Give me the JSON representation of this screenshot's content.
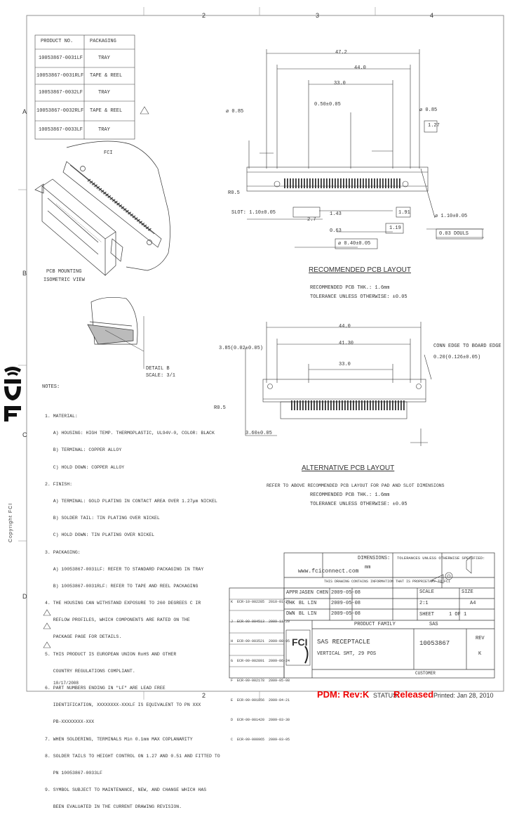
{
  "border": {
    "top_zones": [
      "2",
      "3",
      "4"
    ],
    "bottom_zones": [
      "2"
    ],
    "left_zones": [
      "A",
      "B",
      "C",
      "D"
    ]
  },
  "part_table": {
    "headers": [
      "PRODUCT NO.",
      "PACKAGING"
    ],
    "rows": [
      [
        "10053867-0031LF",
        "TRAY"
      ],
      [
        "10053867-0031RLF",
        "TAPE & REEL"
      ],
      [
        "10053867-0032LF",
        "TRAY"
      ],
      [
        "10053867-0032RLF",
        "TAPE & REEL"
      ],
      [
        "10053867-0033LF",
        "TRAY"
      ]
    ]
  },
  "pcb_layout": {
    "title": "RECOMMENDED PCB LAYOUT",
    "line1": "RECOMMENDED PCB THK.: 1.6mm",
    "line2": "TOLERANCE UNLESS OTHERWISE: ±0.05",
    "dim_overall": "47.2",
    "dim_44": "44.0",
    "dim_33": "33.0",
    "dim_pitch": "0.50±0.05",
    "dim_r": "R0.5",
    "dim_slot": "SLOT: 1.10±0.05",
    "dim_y1": "1.43",
    "dim_y2": "1.91",
    "dim_x1": "2.7",
    "dim_x2": "0.63",
    "dim_x3": "1.19",
    "dim_hole": "⌀ 1.10±0.05",
    "dim_via": "⌀ 0.40±0.05",
    "dim_diam_r": "⌀ 0.85",
    "dim_pad": "1.27",
    "note_text": "0.03 DOULS"
  },
  "iso_view": {
    "label_fci": "FCI",
    "label_pcb": "PCB MOUNTING",
    "label_iso": "ISOMETRIC VIEW"
  },
  "detail_b": {
    "label": "DETAIL B",
    "scale": "SCALE: 3/1"
  },
  "alt_layout": {
    "title": "ALTERNATIVE PCB LAYOUT",
    "line1": "REFER TO ABOVE RECOMMENDED PCB LAYOUT FOR PAD AND SLOT DIMENSIONS",
    "line2": "RECOMMENDED PCB THK.: 1.6mm",
    "line3": "TOLERANCE UNLESS OTHERWISE: ±0.05",
    "dim_44": "44.0",
    "dim_41": "41.30",
    "dim_33": "33.0",
    "dim_left": "3.85(0.02±0.05)",
    "dim_right1": "CONN EDGE TO BOARD EDGE",
    "dim_right2": "0.20(0.126±0.05)",
    "dim_bottom": "3.60±0.05",
    "dim_r": "R0.5"
  },
  "notes": {
    "header": "NOTES:",
    "lines": [
      "1. MATERIAL:",
      "   A) HOUSING: HIGH TEMP. THERMOPLASTIC, UL94V-0, COLOR: BLACK",
      "   B) TERMINAL: COPPER ALLOY",
      "   C) HOLD DOWN: COPPER ALLOY",
      "2. FINISH:",
      "   A) TERMINAL: GOLD PLATING IN CONTACT AREA OVER 1.27µm NICKEL",
      "   B) SOLDER TAIL: TIN PLATING OVER NICKEL",
      "   C) HOLD DOWN: TIN PLATING OVER NICKEL",
      "3. PACKAGING:",
      "   A) 10053867-0031LF: REFER TO STANDARD PACKAGING IN TRAY",
      "   B) 10053867-0031RLF: REFER TO TAPE AND REEL PACKAGING",
      "4. THE HOUSING CAN WITHSTAND EXPOSURE TO 260 DEGREES C IR",
      "   REFLOW PROFILES, WHICH COMPONENTS ARE RATED ON THE",
      "   PACKAGE PAGE FOR DETAILS.",
      "5. THIS PRODUCT IS EUROPEAN UNION RoHS AND OTHER",
      "   COUNTRY REGULATIONS COMPLIANT.",
      "6. PART NUMBERS ENDING IN \"LF\" ARE LEAD FREE",
      "   IDENTIFICATION, XXXXXXXX-XXXLF IS EQUIVALENT TO PN XXX",
      "   PB-XXXXXXXX-XXX",
      "7. WHEN SOLDERING, TERMINALS Min 0.1mm MAX COPLANARITY",
      "8. SOLDER TAILS TO HEIGHT CONTROL ON 1.27 AND 0.51 AND FITTED TO",
      "   PN 10053867-0033LF",
      "9. SYMBOL SUBJECT TO MAINTENANCE, NEW, AND CHANGE WHICH HAS",
      "   BEEN EVALUATED IN THE CURRENT DRAWING REVISION."
    ],
    "footer": "10/17/2008"
  },
  "title_block": {
    "website": "www.fciconnect.com",
    "proprietary": "THIS DRAWING CONTAINS INFORMATION THAT IS PROPRIETARY TO FCI",
    "dims_label": "DIMENSIONS:",
    "dims_value": "mm",
    "tolerances_label": "TOLERANCES UNLESS OTHERWISE SPECIFIED:",
    "scale_label": "SCALE",
    "scale_value": "2:1",
    "size_label": "SIZE",
    "size_value": "A4",
    "sheet_label": "SHEET",
    "sheet_value": "1 OF 1",
    "drawn_label": "DWN",
    "drawn_name": "BL LIN",
    "drawn_date": "2009-05-08",
    "chk_label": "CHK",
    "chk_name": "BL LIN",
    "chk_date": "2009-05-08",
    "appr_label": "APPR",
    "appr_name": "JASEN CHEN",
    "appr_date": "2009-05-08",
    "product_family_label": "PRODUCT FAMILY",
    "product_family_value": "SAS",
    "title_line1": "SAS RECEPTACLE",
    "title_line2": "VERTICAL SMT, 29 POS",
    "part_number": "10053867",
    "rev_label": "REV",
    "rev_value": "K",
    "customer_label": "CUSTOMER",
    "logo_text": "FCI",
    "rev_history": [
      "K  ECR-10-002285  2010-01-22",
      "J  ECR-09-004513  2009-11-20",
      "H  ECR-09-003521  2009-08-05",
      "G  ECR-09-002891  2009-06-24",
      "F  ECR-09-002178  2009-05-08",
      "E  ECR-09-001856  2009-04-21",
      "D  ECR-09-001420  2009-03-30",
      "C  ECR-09-000965  2009-03-05"
    ]
  },
  "footer": {
    "pdm": "PDM: Rev:K",
    "status_label": "STATUS:",
    "status_value": "Released",
    "printed": "Printed: Jan 28, 2010"
  }
}
